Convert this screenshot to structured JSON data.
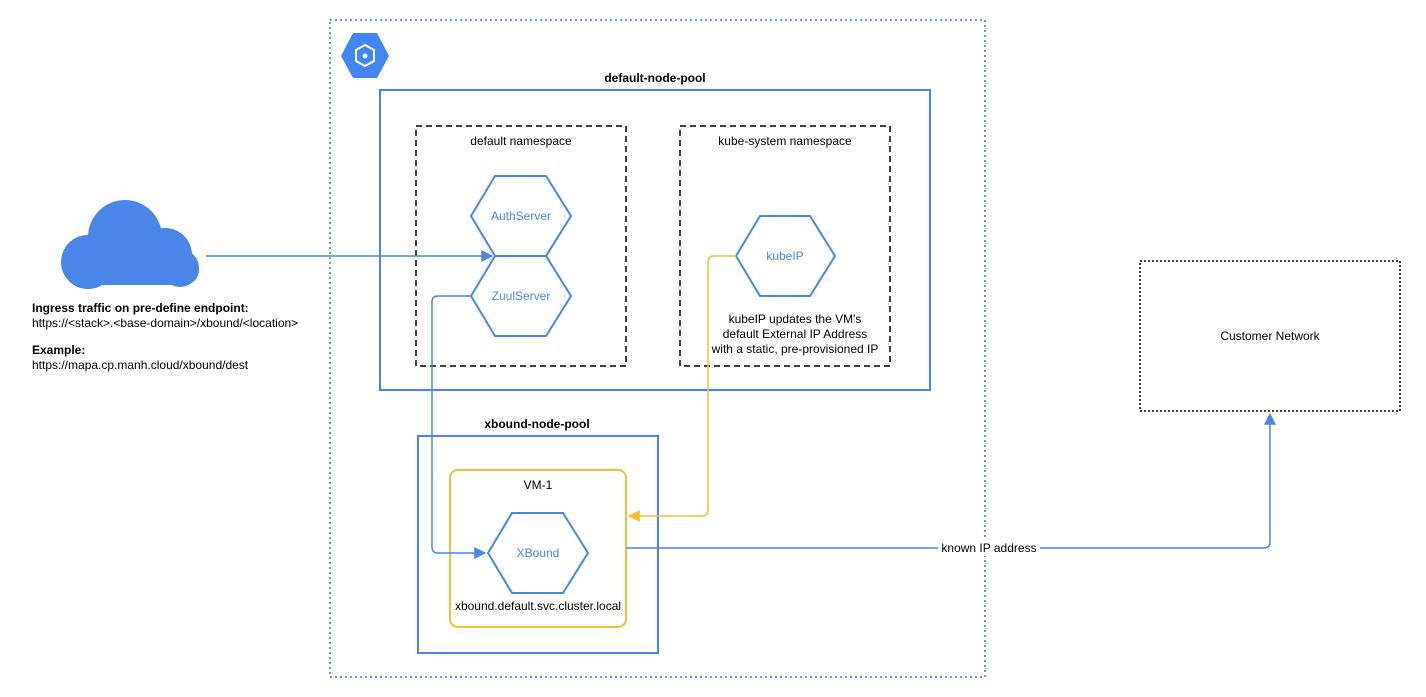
{
  "colors": {
    "blue": "#4a86e8",
    "blue_stroke": "#3c78d8",
    "yellow": "#f1c232",
    "dark": "#000000",
    "cloud": "#4a86e8",
    "gke_icon": "#4285f4"
  },
  "icons": {
    "cloud": "cloud-icon",
    "gke": "kubernetes-engine-icon"
  },
  "ingress": {
    "heading": "Ingress traffic on pre-define endpoint:",
    "endpoint": "https://<stack>.<base-domain>/xbound/<location>",
    "example_heading": "Example:",
    "example_url": "https://mapa.cp.manh.cloud/xbound/dest"
  },
  "default_pool": {
    "title": "default-node-pool",
    "default_ns": {
      "title": "default namespace",
      "auth_server": "AuthServer",
      "zuul_server": "ZuulServer"
    },
    "kube_ns": {
      "title": "kube-system namespace",
      "kubeip": "kubeIP",
      "note_line1": "kubeIP updates the VM's",
      "note_line2": "default External IP Address",
      "note_line3": "with a static, pre-provisioned IP"
    }
  },
  "xbound_pool": {
    "title": "xbound-node-pool",
    "vm": {
      "title": "VM-1",
      "xbound": "XBound",
      "dns": "xbound.default.svc.cluster.local"
    }
  },
  "customer_network": "Customer Network",
  "edge_label": "known IP address"
}
